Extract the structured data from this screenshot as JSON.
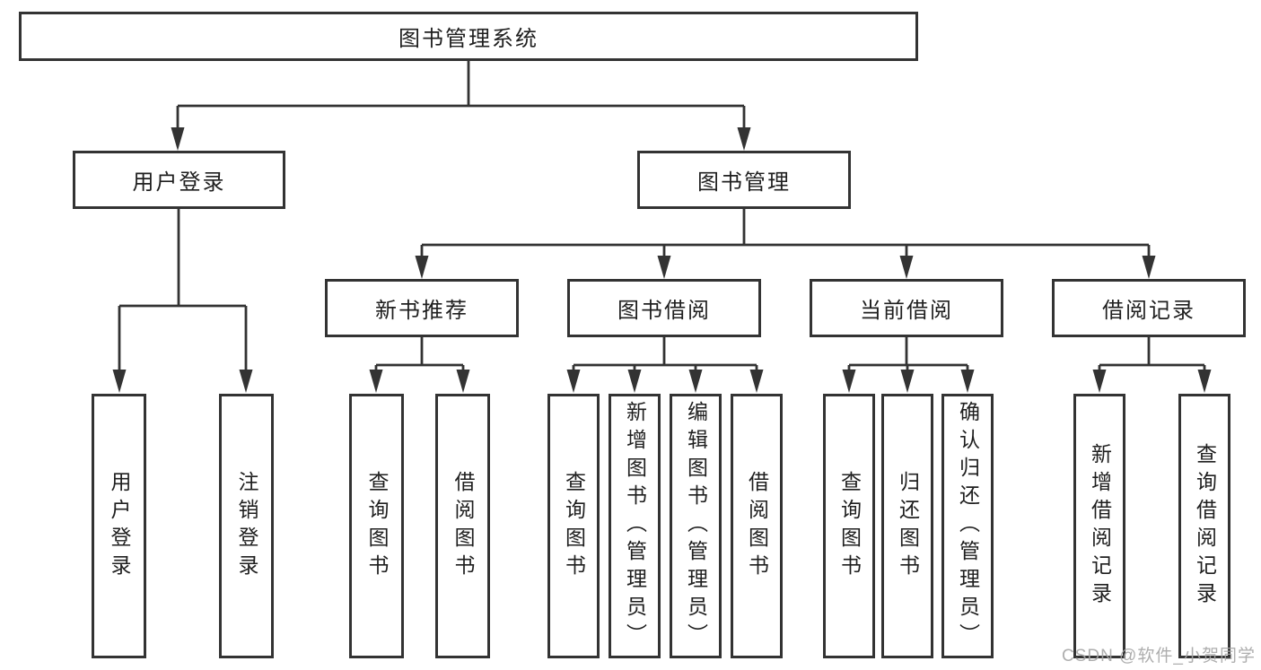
{
  "diagram": {
    "root": {
      "label": "图书管理系统"
    },
    "level2": [
      {
        "label": "用户登录"
      },
      {
        "label": "图书管理"
      }
    ],
    "level3": [
      {
        "label": "新书推荐"
      },
      {
        "label": "图书借阅"
      },
      {
        "label": "当前借阅"
      },
      {
        "label": "借阅记录"
      }
    ],
    "leaves": {
      "user_login": [
        "用户登录",
        "注销登录"
      ],
      "new_book": [
        "查询图书",
        "借阅图书"
      ],
      "book_borrow": [
        "查询图书",
        "新增图书（管理员）",
        "编辑图书（管理员）",
        "借阅图书"
      ],
      "current_borrow": [
        "查询图书",
        "归还图书",
        "确认归还（管理员）"
      ],
      "borrow_record": [
        "新增借阅记录",
        "查询借阅记录"
      ]
    }
  },
  "watermark": {
    "text": "CSDN @软件_小贺同学"
  },
  "colors": {
    "line": "#333333",
    "text": "#1f1f1f",
    "background": "#ffffff",
    "watermark": "#a5a5a5"
  }
}
